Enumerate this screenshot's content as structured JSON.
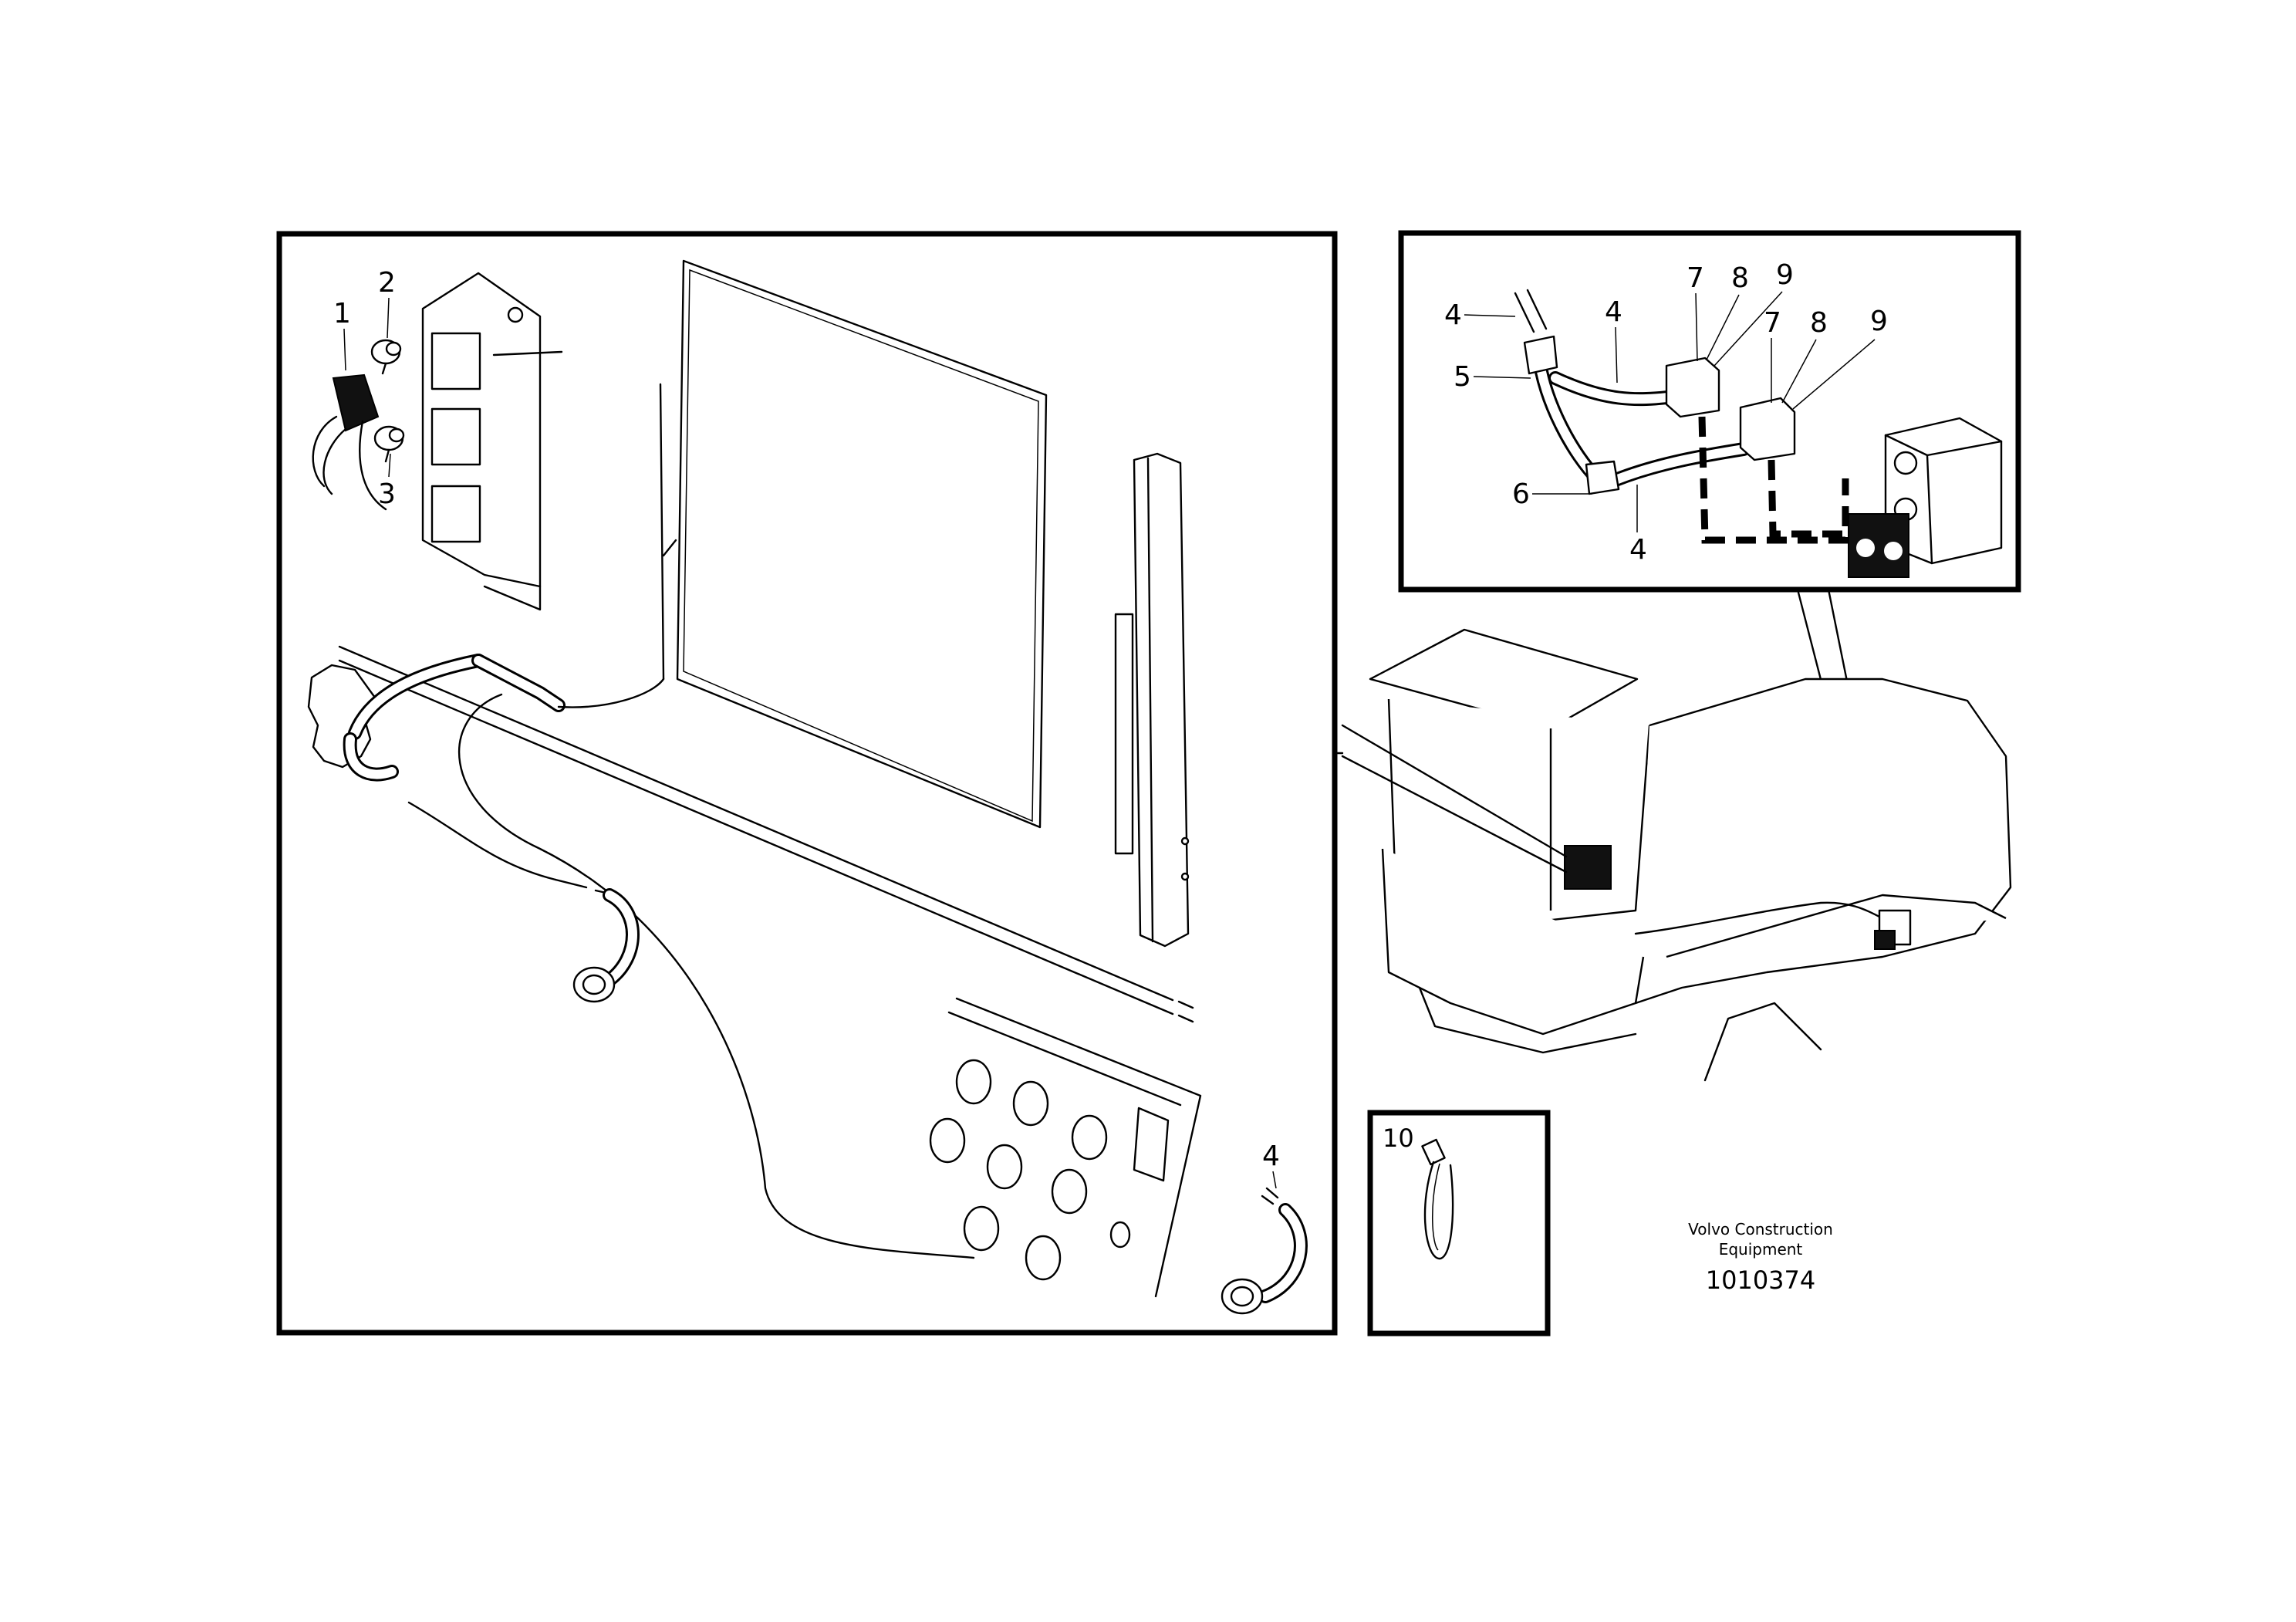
{
  "callouts": {
    "main": [
      "1",
      "2",
      "3",
      "4"
    ],
    "detail": [
      "4",
      "4",
      "5",
      "6",
      "4",
      "7",
      "8",
      "9",
      "7",
      "8",
      "9"
    ],
    "cable_tie": "10"
  },
  "caption": {
    "company_line1": "Volvo Construction",
    "company_line2": "Equipment",
    "drawing_number": "1010374"
  }
}
